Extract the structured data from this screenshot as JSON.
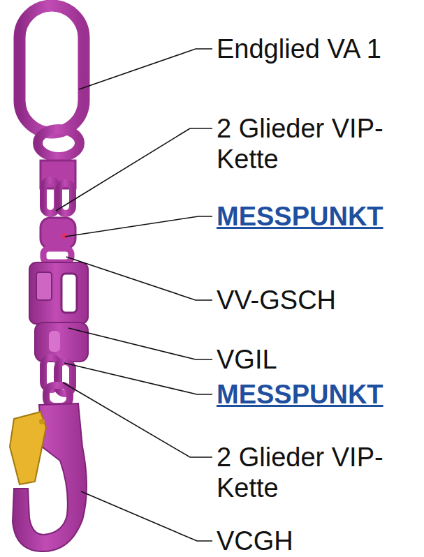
{
  "diagram": {
    "labels": [
      "Endglied VA 1",
      "2 Glieder VIP-Kette",
      "MESSPUNKT",
      "VV-GSCH",
      "VGIL",
      "MESSPUNKT",
      "2 Glieder VIP-Kette",
      "VCGH"
    ]
  }
}
